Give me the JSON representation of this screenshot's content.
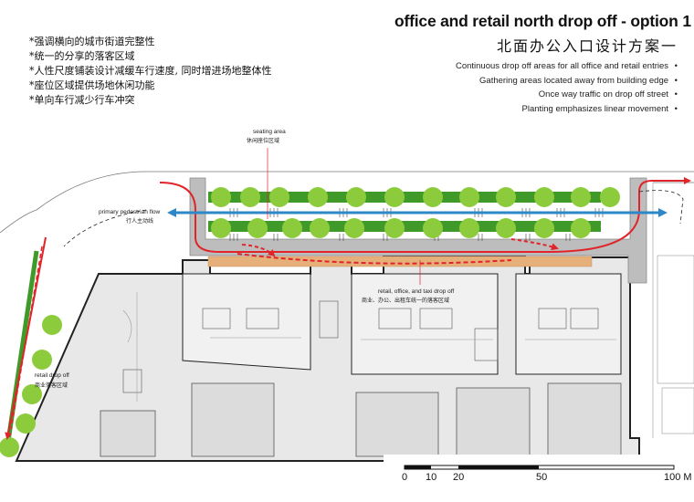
{
  "title": {
    "en": "office and retail north drop off - option 1",
    "cn": "北面办公入口设计方案一"
  },
  "notes_cn": [
    "*强调横向的城市街道完整性",
    "*统一的分享的落客区域",
    "*人性尺度铺装设计减缓车行速度, 同时增进场地整体性",
    "*座位区域提供场地休闲功能",
    "*单向车行减少行车冲突"
  ],
  "notes_en": [
    "Continuous drop off areas for all office and retail entries",
    "Gathering areas located away from building edge",
    "Once way traffic on drop off street",
    "Planting emphasizes linear movement"
  ],
  "labels": {
    "seating_en": "seating area",
    "seating_cn": "休闲座位区域",
    "pedestrian_en": "primary pedestrian flow",
    "pedestrian_cn": "行人主动线",
    "dropoff_en": "retail, office, and taxi drop off",
    "dropoff_cn": "商业、办公、出租车统一的落客区域",
    "retail_dropoff_en": "retail drop off",
    "retail_dropoff_cn": "商业落客区域"
  },
  "scale": {
    "ticks": [
      "0",
      "10",
      "20",
      "50",
      "100 M"
    ]
  },
  "colors": {
    "tree_green": "#8ccc3c",
    "hedge_green": "#3f9a2a",
    "vehicle_red": "#e0242a",
    "pedestrian_blue": "#2e88c8",
    "drop_off_tan": "#e6b07a",
    "building_gray": "#e6e6e6",
    "road_gray": "#bdbdbd"
  }
}
